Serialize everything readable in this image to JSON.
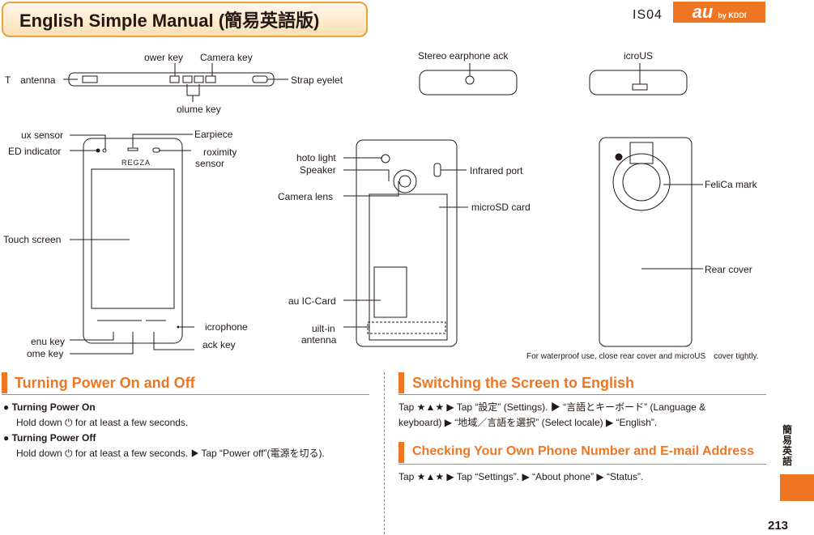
{
  "header": {
    "title": "English Simple Manual (簡易英語版)",
    "model": "IS04",
    "brand": "au",
    "brand_sub": "by KDDI"
  },
  "diagrams": {
    "top_view": {
      "power_key": "ower key",
      "camera_key": "Camera key",
      "tv_antenna": "T　antenna",
      "strap_eyelet": "Strap eyelet",
      "volume_key": "olume key"
    },
    "ends_view": {
      "stereo_earphone_jack": "Stereo earphone  ack",
      "microusb": "icroUS"
    },
    "front_view": {
      "lux_sensor": "ux sensor",
      "earpiece": "Earpiece",
      "led_indicator": "ED indicator",
      "proximity_sensor": "roximity",
      "proximity_sensor_2": "sensor",
      "touch_screen": "Touch screen",
      "microphone": "icrophone",
      "menu_key": "enu key",
      "home_key": "ome key",
      "back_key": "ack key",
      "brand_logo": "REGZA"
    },
    "back_open_view": {
      "photo_light": "hoto light",
      "speaker": "Speaker",
      "camera_lens": "Camera lens",
      "infrared_port": "Infrared port",
      "microsd_card": "microSD card",
      "au_ic_card": "au IC-Card",
      "builtin_antenna": "uilt-in",
      "builtin_antenna_2": "antenna"
    },
    "back_view": {
      "felica_mark": "FeliCa mark",
      "rear_cover": "Rear cover"
    },
    "waterproof_note": "For waterproof use, close rear cover and microUS　cover tightly."
  },
  "sections": {
    "power": {
      "title": "Turning Power On and Off",
      "on_title": "Turning Power On",
      "on_body": "Hold down ⏻ for at least a few seconds.",
      "off_title": "Turning Power Off",
      "off_body": "Hold down ⏻ for at least a few seconds. ▶ Tap “Power off”(電源を切る)."
    },
    "english": {
      "title": "Switching the Screen to English",
      "line1": "Tap  ★▲★  ▶  Tap  “設定”  (Settings).  ▶  “言語とキーボード”  (Language  &",
      "line2": "keyboard) ▶ “地域／言語を選択” (Select locale) ▶ “English”."
    },
    "phone_number": {
      "title": "Checking Your Own Phone Number and E-mail Address",
      "line1": "Tap ★▲★ ▶ Tap “Settings”. ▶ “About phone” ▶ “Status”."
    }
  },
  "side_tab": "簡易英語",
  "page_number": "213",
  "colors": {
    "accent": "#ee7623",
    "title_border": "#e8a33d",
    "text": "#231815"
  }
}
